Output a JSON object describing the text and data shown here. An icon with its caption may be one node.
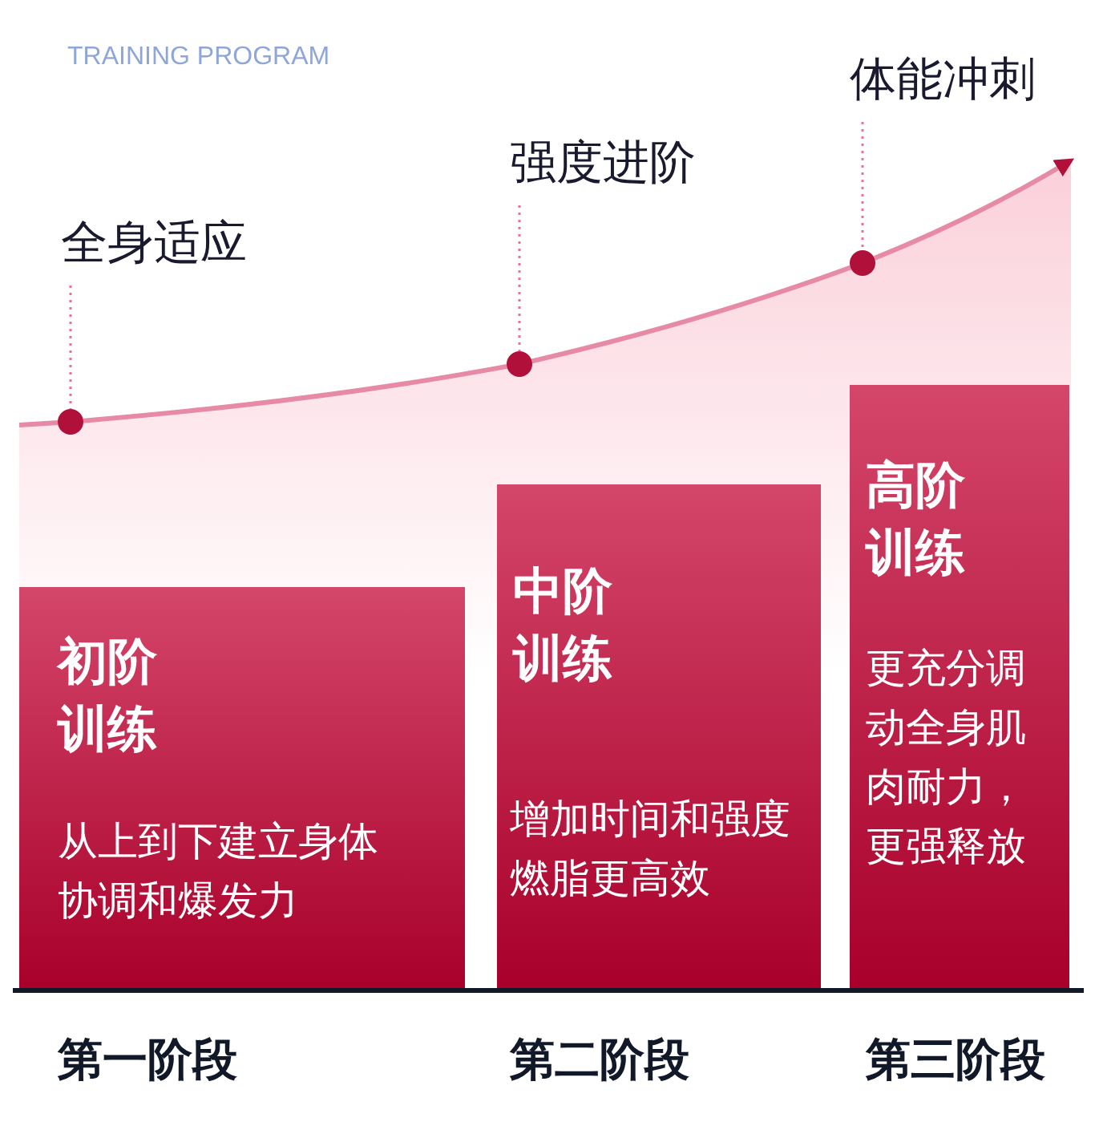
{
  "diagram": {
    "title": "TRAINING PROGRAM",
    "nodes": [
      {
        "text": [
          "初阶训练",
          "从上到下建立身体协调和爆发力"
        ],
        "beside": [
          "第一阶段"
        ]
      },
      {
        "text": [
          "中阶训练",
          "增加时间和强度燃脂更高效"
        ],
        "beside": [
          "第二阶段"
        ]
      },
      {
        "text": [
          "高阶训练",
          "更充分调动全身肌肉耐力，更强释放"
        ],
        "beside": [
          "第三阶段"
        ]
      },
      {
        "text": [
          "全身适应"
        ]
      },
      {
        "text": [
          "强度进阶"
        ]
      },
      {
        "text": [
          "体能冲刺"
        ]
      },
      {
        "text": [],
        "shape": "circle"
      },
      {
        "text": [],
        "shape": "circle"
      },
      {
        "text": [],
        "shape": "circle"
      }
    ],
    "edges": [
      {
        "from": 3,
        "to": 6,
        "arrow": "none",
        "style": "dashed"
      },
      {
        "from": 4,
        "to": 7,
        "arrow": "none",
        "style": "dashed"
      },
      {
        "from": 5,
        "to": 8,
        "arrow": "none",
        "style": "dashed"
      },
      {
        "from": null,
        "to": 6,
        "arrow": "none"
      },
      {
        "from": 6,
        "to": 7,
        "arrow": "none"
      },
      {
        "from": 7,
        "to": 8,
        "arrow": "none"
      },
      {
        "from": 8,
        "to": null,
        "arrow": "to"
      }
    ]
  }
}
